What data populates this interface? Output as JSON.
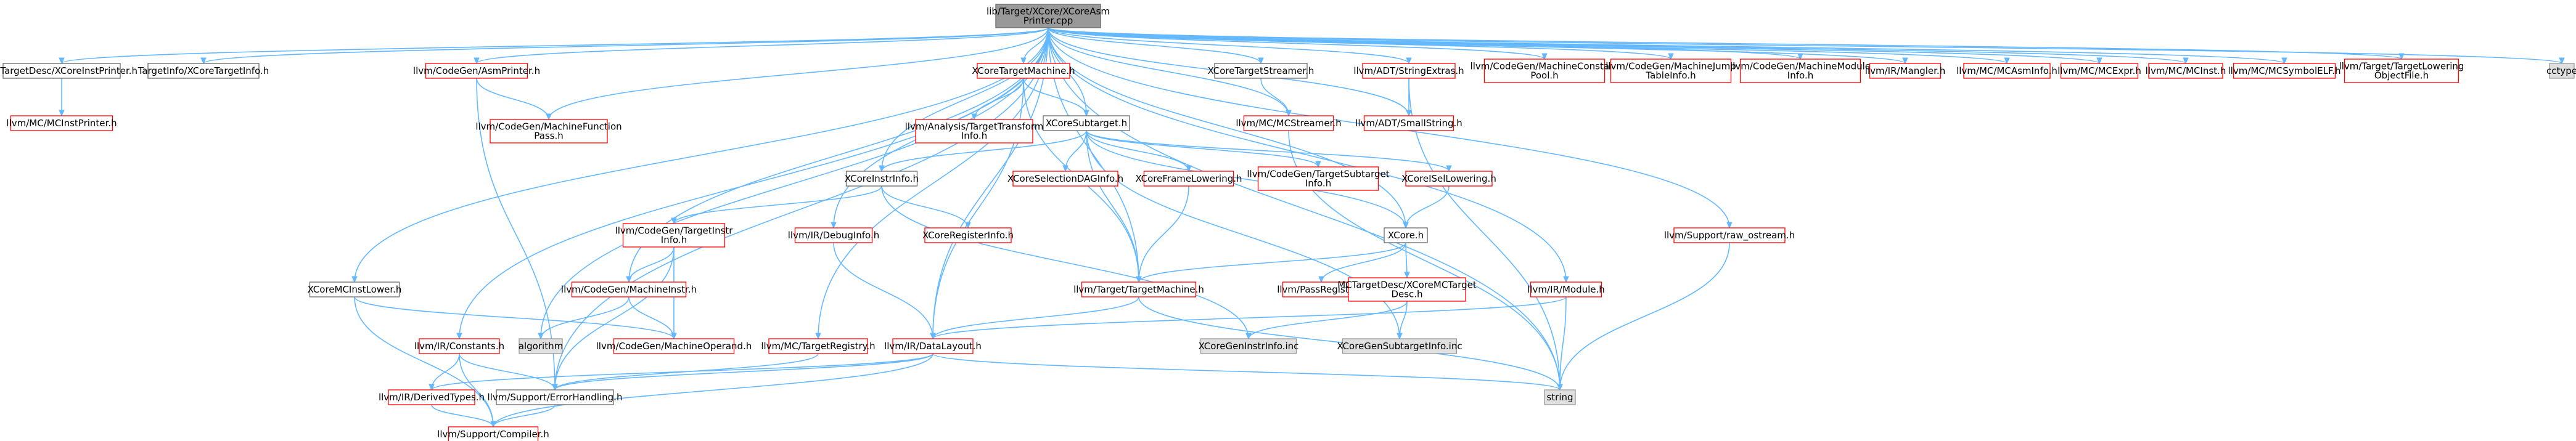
{
  "graph": {
    "nodes": [
      {
        "id": "root",
        "lines": [
          "lib/Target/XCore/XCoreAsm",
          "Printer.cpp"
        ],
        "style": "root"
      },
      {
        "id": "mctip",
        "lines": [
          "MCTargetDesc/XCoreInstPrinter.h"
        ],
        "style": "normal"
      },
      {
        "id": "tixti",
        "lines": [
          "TargetInfo/XCoreTargetInfo.h"
        ],
        "style": "normal"
      },
      {
        "id": "asmp",
        "lines": [
          "llvm/CodeGen/AsmPrinter.h"
        ],
        "style": "red"
      },
      {
        "id": "xtm",
        "lines": [
          "XCoreTargetMachine.h"
        ],
        "style": "red"
      },
      {
        "id": "xts",
        "lines": [
          "XCoreTargetStreamer.h"
        ],
        "style": "normal"
      },
      {
        "id": "strext",
        "lines": [
          "llvm/ADT/StringExtras.h"
        ],
        "style": "red"
      },
      {
        "id": "mcpool",
        "lines": [
          "llvm/CodeGen/MachineConstant",
          "Pool.h"
        ],
        "style": "red"
      },
      {
        "id": "mjt",
        "lines": [
          "llvm/CodeGen/MachineJump",
          "TableInfo.h"
        ],
        "style": "red"
      },
      {
        "id": "mmi",
        "lines": [
          "llvm/CodeGen/MachineModule",
          "Info.h"
        ],
        "style": "red"
      },
      {
        "id": "mangler",
        "lines": [
          "llvm/IR/Mangler.h"
        ],
        "style": "red"
      },
      {
        "id": "mcasm",
        "lines": [
          "llvm/MC/MCAsmInfo.h"
        ],
        "style": "red"
      },
      {
        "id": "mcexpr",
        "lines": [
          "llvm/MC/MCExpr.h"
        ],
        "style": "red"
      },
      {
        "id": "mcinst",
        "lines": [
          "llvm/MC/MCInst.h"
        ],
        "style": "red"
      },
      {
        "id": "mcsym",
        "lines": [
          "llvm/MC/MCSymbolELF.h"
        ],
        "style": "red"
      },
      {
        "id": "tlof",
        "lines": [
          "llvm/Target/TargetLowering",
          "ObjectFile.h"
        ],
        "style": "red"
      },
      {
        "id": "cctype",
        "lines": [
          "cctype"
        ],
        "style": "gray"
      },
      {
        "id": "mcinstpr",
        "lines": [
          "llvm/MC/MCInstPrinter.h"
        ],
        "style": "red"
      },
      {
        "id": "mfp",
        "lines": [
          "llvm/CodeGen/MachineFunction",
          "Pass.h"
        ],
        "style": "red"
      },
      {
        "id": "atti",
        "lines": [
          "llvm/Analysis/TargetTransform",
          "Info.h"
        ],
        "style": "red"
      },
      {
        "id": "xsub",
        "lines": [
          "XCoreSubtarget.h"
        ],
        "style": "normal"
      },
      {
        "id": "mcstreamer",
        "lines": [
          "llvm/MC/MCStreamer.h"
        ],
        "style": "red"
      },
      {
        "id": "smallstr",
        "lines": [
          "llvm/ADT/SmallString.h"
        ],
        "style": "red"
      },
      {
        "id": "xii",
        "lines": [
          "XCoreInstrInfo.h"
        ],
        "style": "normal"
      },
      {
        "id": "xsdag",
        "lines": [
          "XCoreSelectionDAGInfo.h"
        ],
        "style": "red"
      },
      {
        "id": "xfl",
        "lines": [
          "XCoreFrameLowering.h"
        ],
        "style": "red"
      },
      {
        "id": "tsi",
        "lines": [
          "llvm/CodeGen/TargetSubtarget",
          "Info.h"
        ],
        "style": "red"
      },
      {
        "id": "xisl",
        "lines": [
          "XCoreISelLowering.h"
        ],
        "style": "red"
      },
      {
        "id": "tii",
        "lines": [
          "llvm/CodeGen/TargetInstr",
          "Info.h"
        ],
        "style": "red"
      },
      {
        "id": "debuginfo",
        "lines": [
          "llvm/IR/DebugInfo.h"
        ],
        "style": "red"
      },
      {
        "id": "xri",
        "lines": [
          "XCoreRegisterInfo.h"
        ],
        "style": "red"
      },
      {
        "id": "xcore",
        "lines": [
          "XCore.h"
        ],
        "style": "normal"
      },
      {
        "id": "rawos",
        "lines": [
          "llvm/Support/raw_ostream.h"
        ],
        "style": "red"
      },
      {
        "id": "xmcil",
        "lines": [
          "XCoreMCInstLower.h"
        ],
        "style": "normal"
      },
      {
        "id": "minstr",
        "lines": [
          "llvm/CodeGen/MachineInstr.h"
        ],
        "style": "red"
      },
      {
        "id": "ttm",
        "lines": [
          "llvm/Target/TargetMachine.h"
        ],
        "style": "red"
      },
      {
        "id": "passreg",
        "lines": [
          "llvm/PassRegistry.h"
        ],
        "style": "red"
      },
      {
        "id": "mctd",
        "lines": [
          "MCTargetDesc/XCoreMCTarget",
          "Desc.h"
        ],
        "style": "red"
      },
      {
        "id": "module",
        "lines": [
          "llvm/IR/Module.h"
        ],
        "style": "red"
      },
      {
        "id": "constants",
        "lines": [
          "llvm/IR/Constants.h"
        ],
        "style": "red"
      },
      {
        "id": "algorithm",
        "lines": [
          "algorithm"
        ],
        "style": "gray"
      },
      {
        "id": "mop",
        "lines": [
          "llvm/CodeGen/MachineOperand.h"
        ],
        "style": "red"
      },
      {
        "id": "tregistry",
        "lines": [
          "llvm/MC/TargetRegistry.h"
        ],
        "style": "red"
      },
      {
        "id": "datalayout",
        "lines": [
          "llvm/IR/DataLayout.h"
        ],
        "style": "red"
      },
      {
        "id": "geninstr",
        "lines": [
          "XCoreGenInstrInfo.inc"
        ],
        "style": "gray"
      },
      {
        "id": "gensub",
        "lines": [
          "XCoreGenSubtargetInfo.inc"
        ],
        "style": "gray"
      },
      {
        "id": "dertypes",
        "lines": [
          "llvm/IR/DerivedTypes.h"
        ],
        "style": "red"
      },
      {
        "id": "errh",
        "lines": [
          "llvm/Support/ErrorHandling.h"
        ],
        "style": "normal"
      },
      {
        "id": "string",
        "lines": [
          "string"
        ],
        "style": "gray"
      },
      {
        "id": "compiler",
        "lines": [
          "llvm/Support/Compiler.h"
        ],
        "style": "red"
      }
    ],
    "edges": [
      [
        "root",
        "mctip"
      ],
      [
        "root",
        "tixti"
      ],
      [
        "root",
        "asmp"
      ],
      [
        "root",
        "xtm"
      ],
      [
        "root",
        "xts"
      ],
      [
        "root",
        "strext"
      ],
      [
        "root",
        "mcpool"
      ],
      [
        "root",
        "mjt"
      ],
      [
        "root",
        "mmi"
      ],
      [
        "root",
        "mangler"
      ],
      [
        "root",
        "mcasm"
      ],
      [
        "root",
        "mcexpr"
      ],
      [
        "root",
        "mcinst"
      ],
      [
        "root",
        "mcsym"
      ],
      [
        "root",
        "tlof"
      ],
      [
        "root",
        "cctype"
      ],
      [
        "root",
        "mfp"
      ],
      [
        "root",
        "xsub"
      ],
      [
        "root",
        "mcstreamer"
      ],
      [
        "root",
        "smallstr"
      ],
      [
        "root",
        "xii"
      ],
      [
        "root",
        "debuginfo"
      ],
      [
        "root",
        "xcore"
      ],
      [
        "root",
        "rawos"
      ],
      [
        "root",
        "xmcil"
      ],
      [
        "root",
        "minstr"
      ],
      [
        "root",
        "ttm"
      ],
      [
        "root",
        "module"
      ],
      [
        "root",
        "constants"
      ],
      [
        "root",
        "algorithm"
      ],
      [
        "root",
        "tregistry"
      ],
      [
        "root",
        "datalayout"
      ],
      [
        "root",
        "errh"
      ],
      [
        "root",
        "string"
      ],
      [
        "mctip",
        "mcinstpr"
      ],
      [
        "asmp",
        "mfp"
      ],
      [
        "asmp",
        "errh"
      ],
      [
        "xtm",
        "atti"
      ],
      [
        "xtm",
        "xsub"
      ],
      [
        "xtm",
        "ttm"
      ],
      [
        "xtm",
        "datalayout"
      ],
      [
        "xts",
        "mcstreamer"
      ],
      [
        "strext",
        "smallstr"
      ],
      [
        "strext",
        "string"
      ],
      [
        "mcstreamer",
        "string"
      ],
      [
        "xsub",
        "xii"
      ],
      [
        "xsub",
        "xsdag"
      ],
      [
        "xsub",
        "xfl"
      ],
      [
        "xsub",
        "tsi"
      ],
      [
        "xsub",
        "xisl"
      ],
      [
        "xsub",
        "gensub"
      ],
      [
        "xsub",
        "ttm"
      ],
      [
        "xsub",
        "xcore"
      ],
      [
        "xii",
        "tii"
      ],
      [
        "xii",
        "xri"
      ],
      [
        "xii",
        "geninstr"
      ],
      [
        "xfl",
        "ttm"
      ],
      [
        "xisl",
        "xcore"
      ],
      [
        "tii",
        "minstr"
      ],
      [
        "tii",
        "mop"
      ],
      [
        "tii",
        "errh"
      ],
      [
        "debuginfo",
        "datalayout"
      ],
      [
        "xcore",
        "ttm"
      ],
      [
        "xcore",
        "passreg"
      ],
      [
        "xcore",
        "mctd"
      ],
      [
        "rawos",
        "string"
      ],
      [
        "xmcil",
        "mop"
      ],
      [
        "xmcil",
        "compiler"
      ],
      [
        "minstr",
        "algorithm"
      ],
      [
        "minstr",
        "mop"
      ],
      [
        "ttm",
        "datalayout"
      ],
      [
        "ttm",
        "string"
      ],
      [
        "mctd",
        "geninstr"
      ],
      [
        "mctd",
        "gensub"
      ],
      [
        "module",
        "datalayout"
      ],
      [
        "module",
        "string"
      ],
      [
        "constants",
        "dertypes"
      ],
      [
        "constants",
        "errh"
      ],
      [
        "constants",
        "compiler"
      ],
      [
        "tregistry",
        "errh"
      ],
      [
        "datalayout",
        "dertypes"
      ],
      [
        "datalayout",
        "errh"
      ],
      [
        "datalayout",
        "string"
      ],
      [
        "datalayout",
        "compiler"
      ],
      [
        "dertypes",
        "compiler"
      ],
      [
        "errh",
        "compiler"
      ]
    ]
  },
  "colors": {
    "edge": "#63b8ff",
    "red_border": "#ff0000",
    "normal_border": "#666666",
    "gray_fill": "#e0e0e0",
    "root_fill": "#999999"
  }
}
